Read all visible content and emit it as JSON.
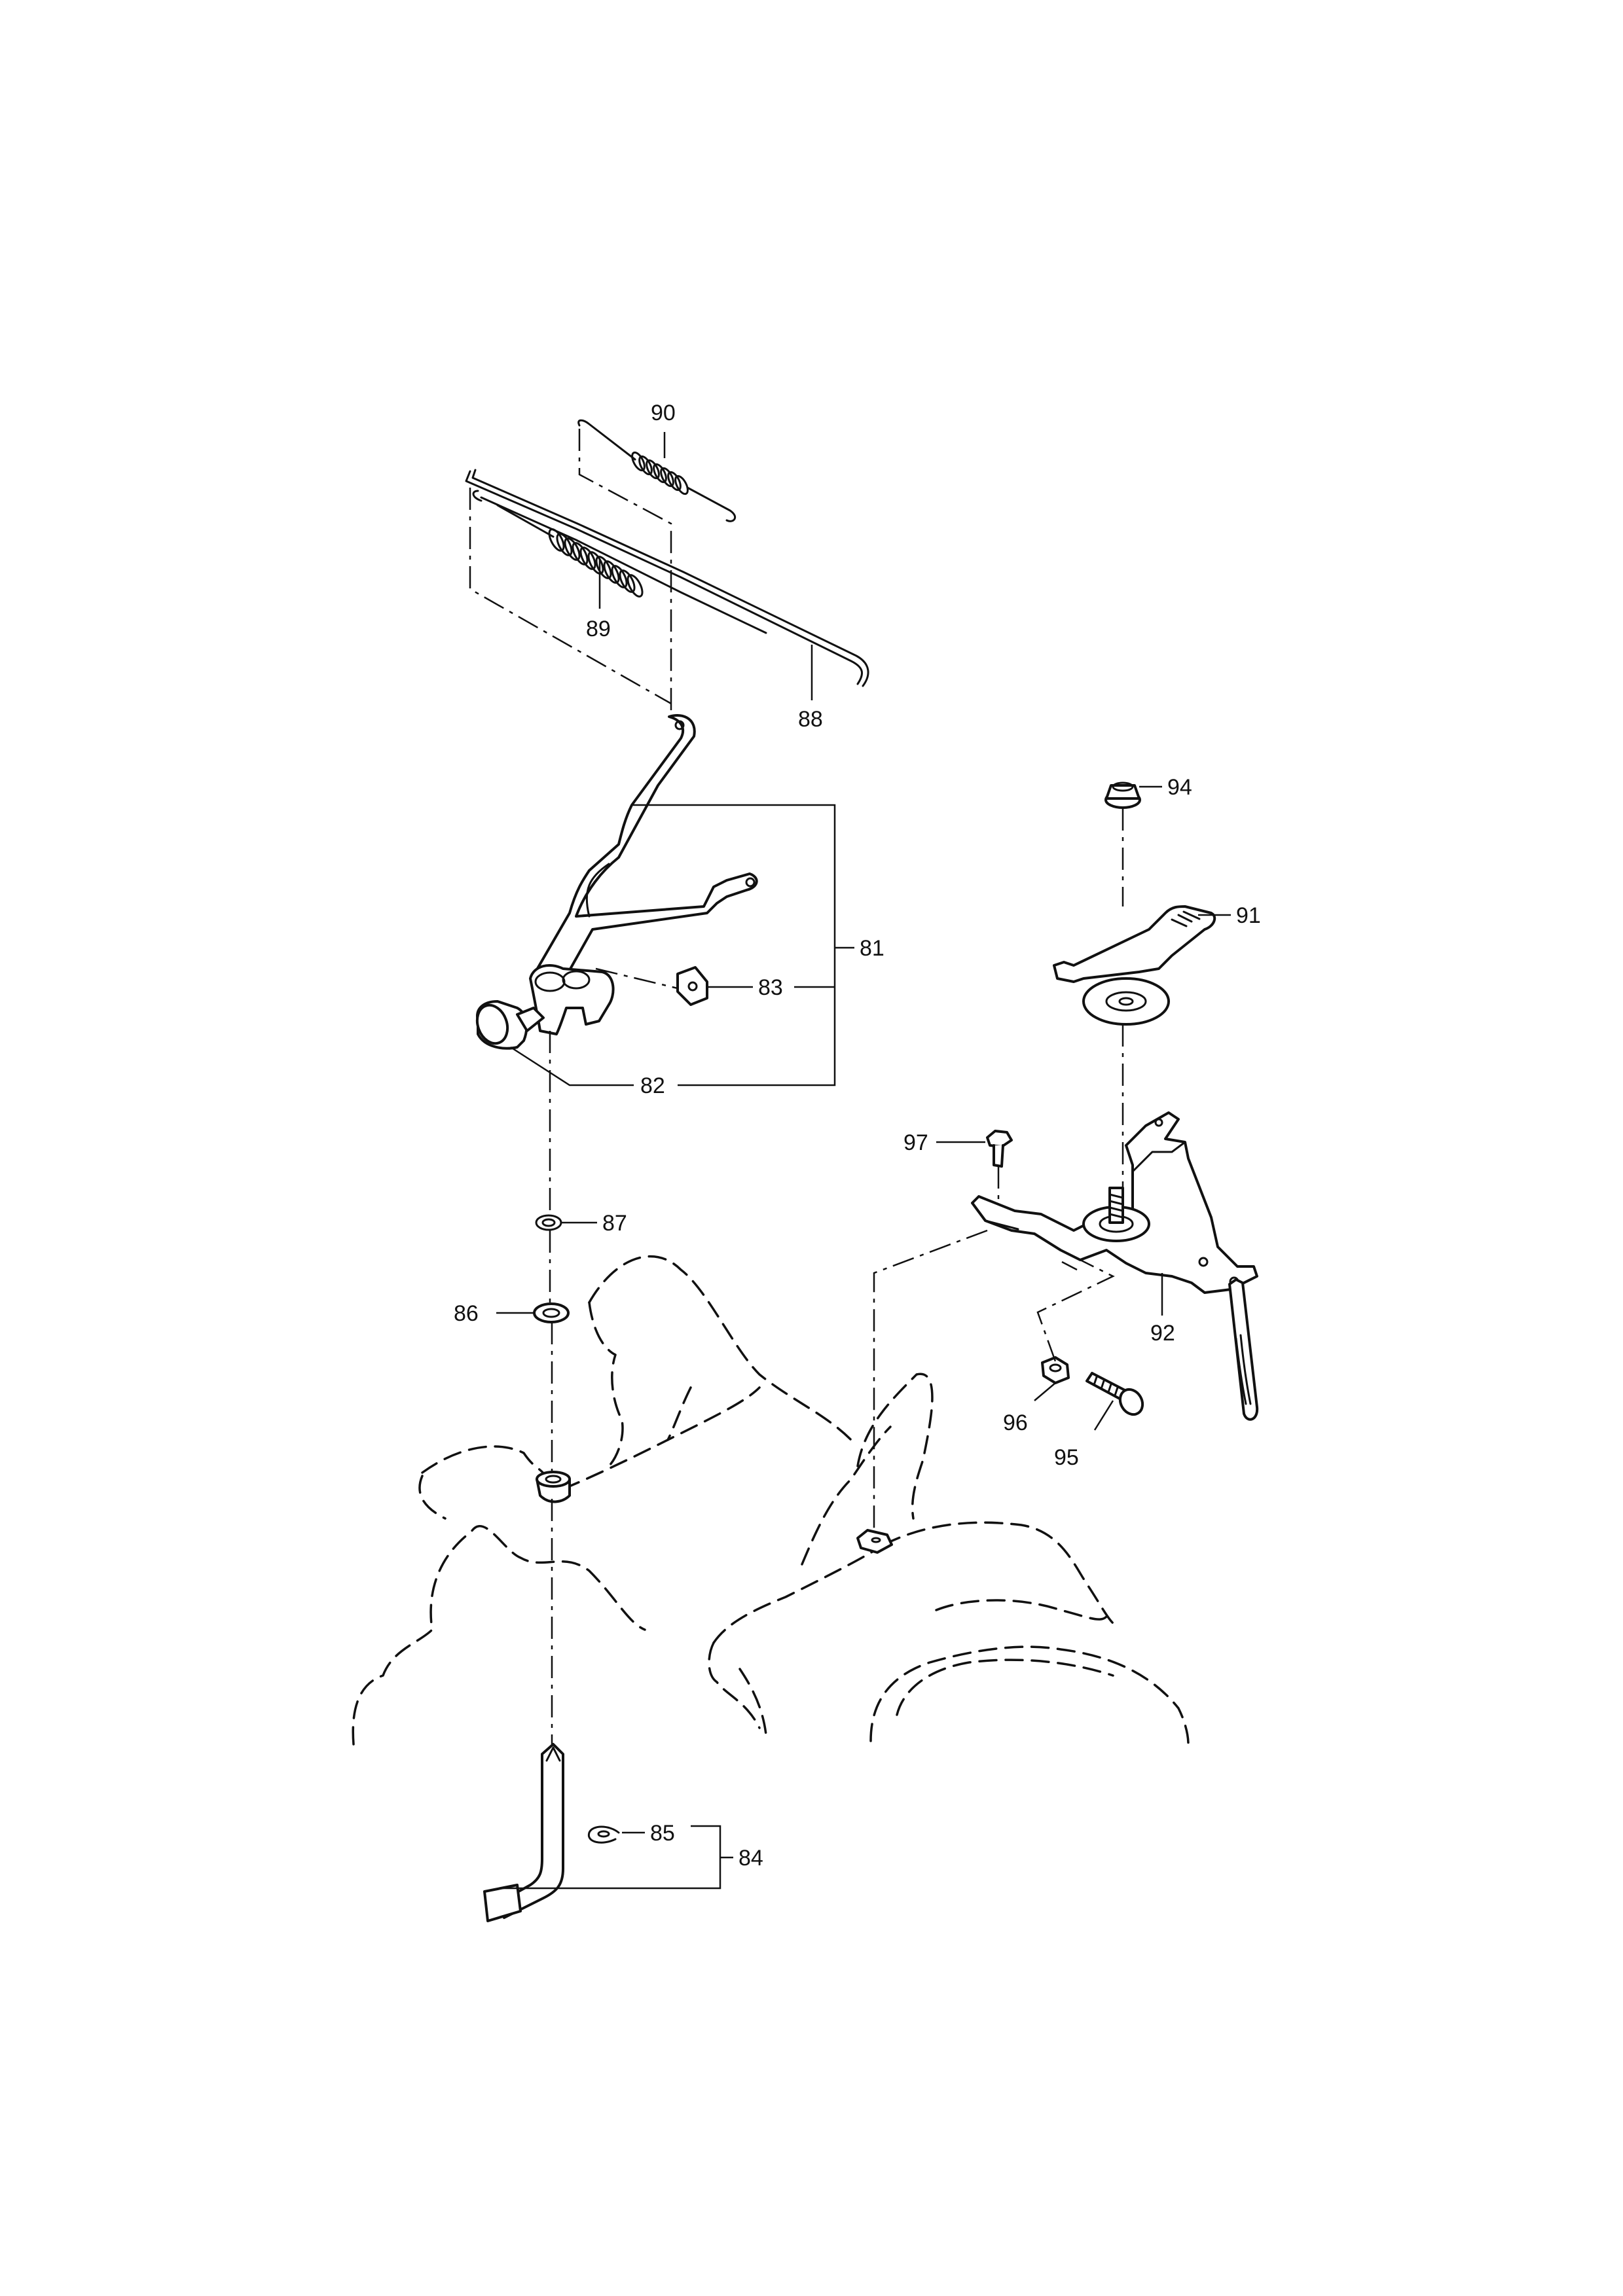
{
  "diagram": {
    "callouts": [
      {
        "key": "c90",
        "text": "90"
      },
      {
        "key": "c89",
        "text": "89"
      },
      {
        "key": "c88",
        "text": "88"
      },
      {
        "key": "c81",
        "text": "81"
      },
      {
        "key": "c83",
        "text": "83"
      },
      {
        "key": "c82",
        "text": "82"
      },
      {
        "key": "c87",
        "text": "87"
      },
      {
        "key": "c86",
        "text": "86"
      },
      {
        "key": "c85",
        "text": "85"
      },
      {
        "key": "c84",
        "text": "84"
      },
      {
        "key": "c94",
        "text": "94"
      },
      {
        "key": "c91",
        "text": "91"
      },
      {
        "key": "c97",
        "text": "97"
      },
      {
        "key": "c92",
        "text": "92"
      },
      {
        "key": "c96",
        "text": "96"
      },
      {
        "key": "c95",
        "text": "95"
      }
    ]
  }
}
